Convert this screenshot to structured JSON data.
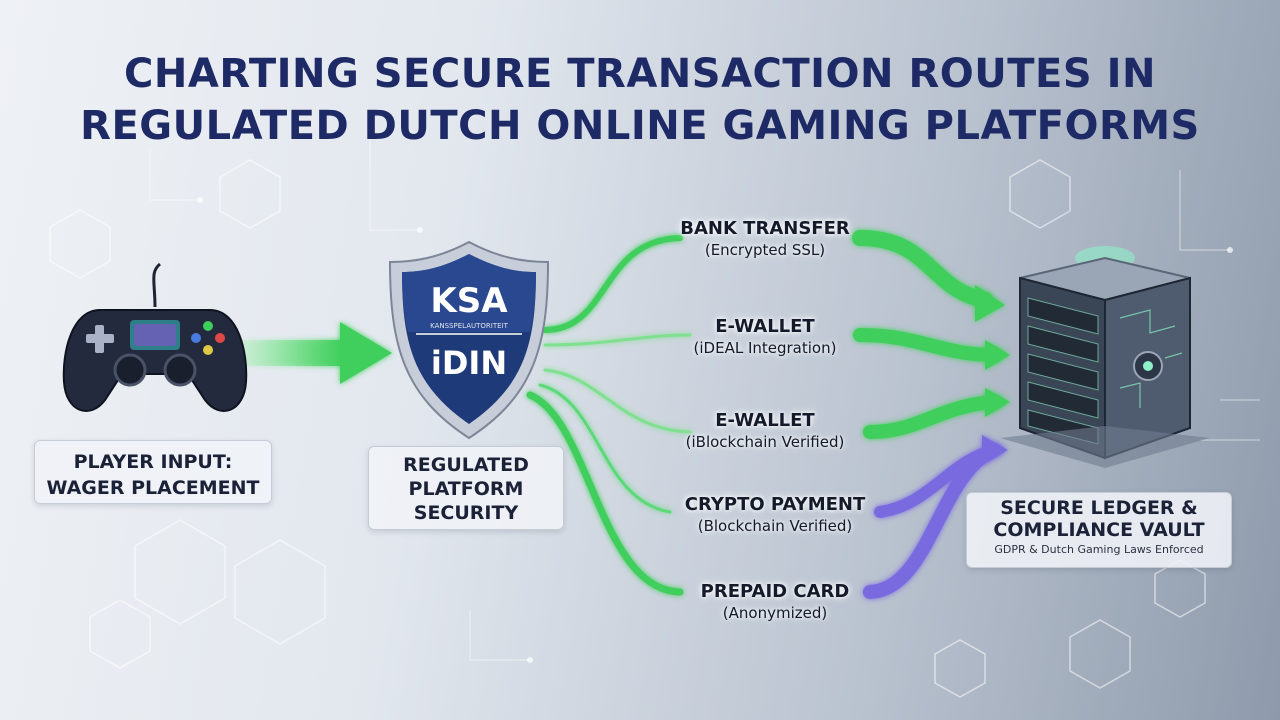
{
  "title_line1": "CHARTING SECURE TRANSACTION ROUTES IN",
  "title_line2": "REGULATED DUTCH ONLINE GAMING PLATFORMS",
  "player": {
    "line1": "PLAYER INPUT:",
    "line2": "WAGER PLACEMENT"
  },
  "shield": {
    "top_text": "KSA",
    "small_text": "KANSSPELAUTORITEIT",
    "bottom_text": "iDIN"
  },
  "security": {
    "line1": "REGULATED",
    "line2": "PLATFORM",
    "line3": "SECURITY"
  },
  "routes": [
    {
      "name": "BANK TRANSFER",
      "detail": "(Encrypted SSL)"
    },
    {
      "name": "E-WALLET",
      "detail": "(iDEAL Integration)"
    },
    {
      "name": "E-WALLET",
      "detail": "(iBlockchain Verified)"
    },
    {
      "name": "CRYPTO PAYMENT",
      "detail": "(Blockchain Verified)"
    },
    {
      "name": "PREPAID CARD",
      "detail": "(Anonymized)"
    }
  ],
  "vault": {
    "line1": "SECURE LEDGER &",
    "line2": "COMPLIANCE VAULT",
    "note": "GDPR & Dutch Gaming Laws Enforced"
  },
  "colors": {
    "title": "#1d2a66",
    "green": "#3fcf5c",
    "purple": "#7a6be0",
    "shield": "#1f3a78"
  },
  "icons": [
    "game-controller-icon",
    "shield-icon",
    "server-vault-icon"
  ]
}
